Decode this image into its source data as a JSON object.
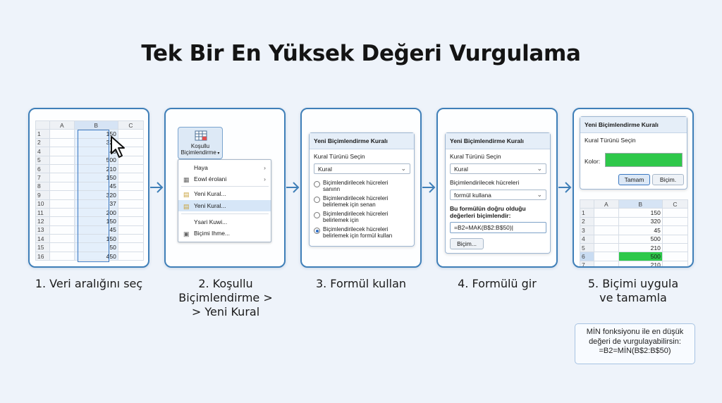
{
  "title": "Tek Bir En Yüksek Değeri Vurgulama",
  "steps": [
    {
      "caption_lines": [
        "1. Veri aralığını seç"
      ]
    },
    {
      "caption_lines": [
        "2. Koşullu",
        "Biçimlendirme >",
        "> Yeni Kural"
      ]
    },
    {
      "caption_lines": [
        "3. Formül kullan"
      ]
    },
    {
      "caption_lines": [
        "4. Formülü gir"
      ]
    },
    {
      "caption_lines": [
        "5. Biçimi uygula",
        "ve tamamla"
      ]
    }
  ],
  "step1": {
    "columns": [
      "A",
      "B",
      "C"
    ],
    "rows": [
      {
        "n": "1",
        "v": "150"
      },
      {
        "n": "2",
        "v": "320"
      },
      {
        "n": "4",
        "v": "45"
      },
      {
        "n": "5",
        "v": "500"
      },
      {
        "n": "6",
        "v": "210"
      },
      {
        "n": "7",
        "v": "150"
      },
      {
        "n": "8",
        "v": "45"
      },
      {
        "n": "9",
        "v": "320"
      },
      {
        "n": "10",
        "v": "37"
      },
      {
        "n": "11",
        "v": "200"
      },
      {
        "n": "12",
        "v": "150"
      },
      {
        "n": "13",
        "v": "45"
      },
      {
        "n": "14",
        "v": "150"
      },
      {
        "n": "15",
        "v": "50"
      },
      {
        "n": "16",
        "v": "450"
      }
    ]
  },
  "step2": {
    "ribbon_button_line1": "Koşullu",
    "ribbon_button_line2": "Biçimlendirme",
    "menu": [
      {
        "label": "Haya",
        "icon": "",
        "submenu": true
      },
      {
        "label": "Eowl érolani",
        "icon": "grid-icon",
        "submenu": true
      },
      {
        "label": "Yeni Kural...",
        "icon": "rule-icon",
        "submenu": false
      },
      {
        "label": "Yeni Kural...",
        "icon": "rule-icon",
        "submenu": false,
        "highlighted": true
      },
      {
        "label": "Ysari Kuwi...",
        "icon": "",
        "submenu": false
      },
      {
        "label": "Biçimi Ihme...",
        "icon": "manage-icon",
        "submenu": false
      }
    ]
  },
  "step3": {
    "dialog_title": "Yeni Biçimlendirme Kuralı",
    "rule_type_label": "Kural Türünü Seçin",
    "rule_type_value": "Kural",
    "options": [
      {
        "line1": "Biçimlendirilecek hücreleri",
        "line2": "sanınn",
        "selected": false
      },
      {
        "line1": "Biçimlendirilecek hücreleri",
        "line2": "belirlemek için senan",
        "selected": false
      },
      {
        "line1": "Biçimlendirilecek hücreleri",
        "line2": "belirlemek için",
        "selected": false
      },
      {
        "line1": "Biçimlendirilecek hücreleri",
        "line2": "belirlemek için formül kullan",
        "selected": true
      }
    ]
  },
  "step4": {
    "dialog_title": "Yeni Biçimlendirme Kuralı",
    "rule_type_label": "Kural Türünü Seçin",
    "rule_type_value": "Kural",
    "cells_label": "Biçimlendirilecek hücreleri",
    "cells_value": "formül kullana",
    "formula_label_line1": "Bu formülün doğru olduğu",
    "formula_label_line2": "değerleri biçimlendir:",
    "formula_value": "=B2=MAK(B$2:B$50)",
    "format_button": "Biçim..."
  },
  "step5": {
    "dialog_title": "Yeni Biçimlendirme Kuralı",
    "rule_type_label": "Kural Türünü Seçin",
    "color_label": "Kolor:",
    "color_value": "#2ec84a",
    "ok_button": "Tamam",
    "format_button": "Biçim.",
    "columns": [
      "A",
      "B",
      "C"
    ],
    "rows": [
      {
        "n": "1",
        "v": "150",
        "hl": false
      },
      {
        "n": "2",
        "v": "320",
        "hl": false
      },
      {
        "n": "3",
        "v": "45",
        "hl": false
      },
      {
        "n": "4",
        "v": "500",
        "hl": false
      },
      {
        "n": "5",
        "v": "210",
        "hl": false
      },
      {
        "n": "6",
        "v": "500",
        "hl": true
      },
      {
        "n": "7",
        "v": "210",
        "hl": false
      }
    ]
  },
  "note": {
    "line1": "MİN fonksiyonu ile en düşük",
    "line2": "değeri de vurgulayabilirsin:",
    "line3": "=B2=MİN(B$2:B$50)"
  },
  "colors": {
    "accent": "#3f7fb8",
    "highlight_green": "#2ec84a",
    "selection": "#3a78c2"
  }
}
